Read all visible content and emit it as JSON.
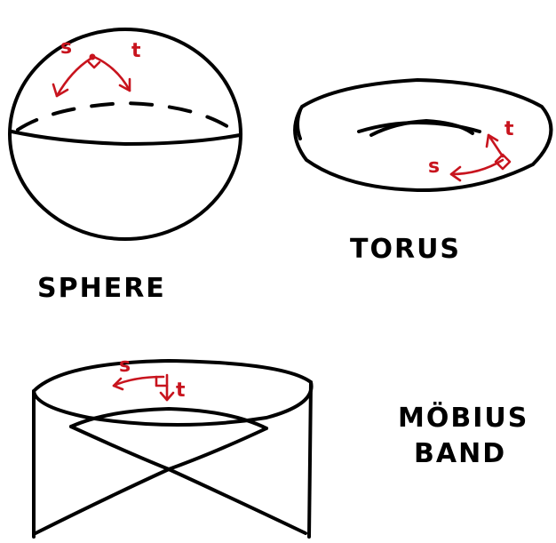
{
  "colors": {
    "ink": "#000000",
    "accent": "#c8141e",
    "background": "#ffffff"
  },
  "shapes": {
    "sphere": {
      "label": "SPHERE",
      "s_label": "s",
      "t_label": "t"
    },
    "torus": {
      "label": "TORUS",
      "s_label": "s",
      "t_label": "t"
    },
    "mobius": {
      "label_line1": "MÖBIUS",
      "label_line2": "BAND",
      "s_label": "s",
      "t_label": "t"
    }
  }
}
